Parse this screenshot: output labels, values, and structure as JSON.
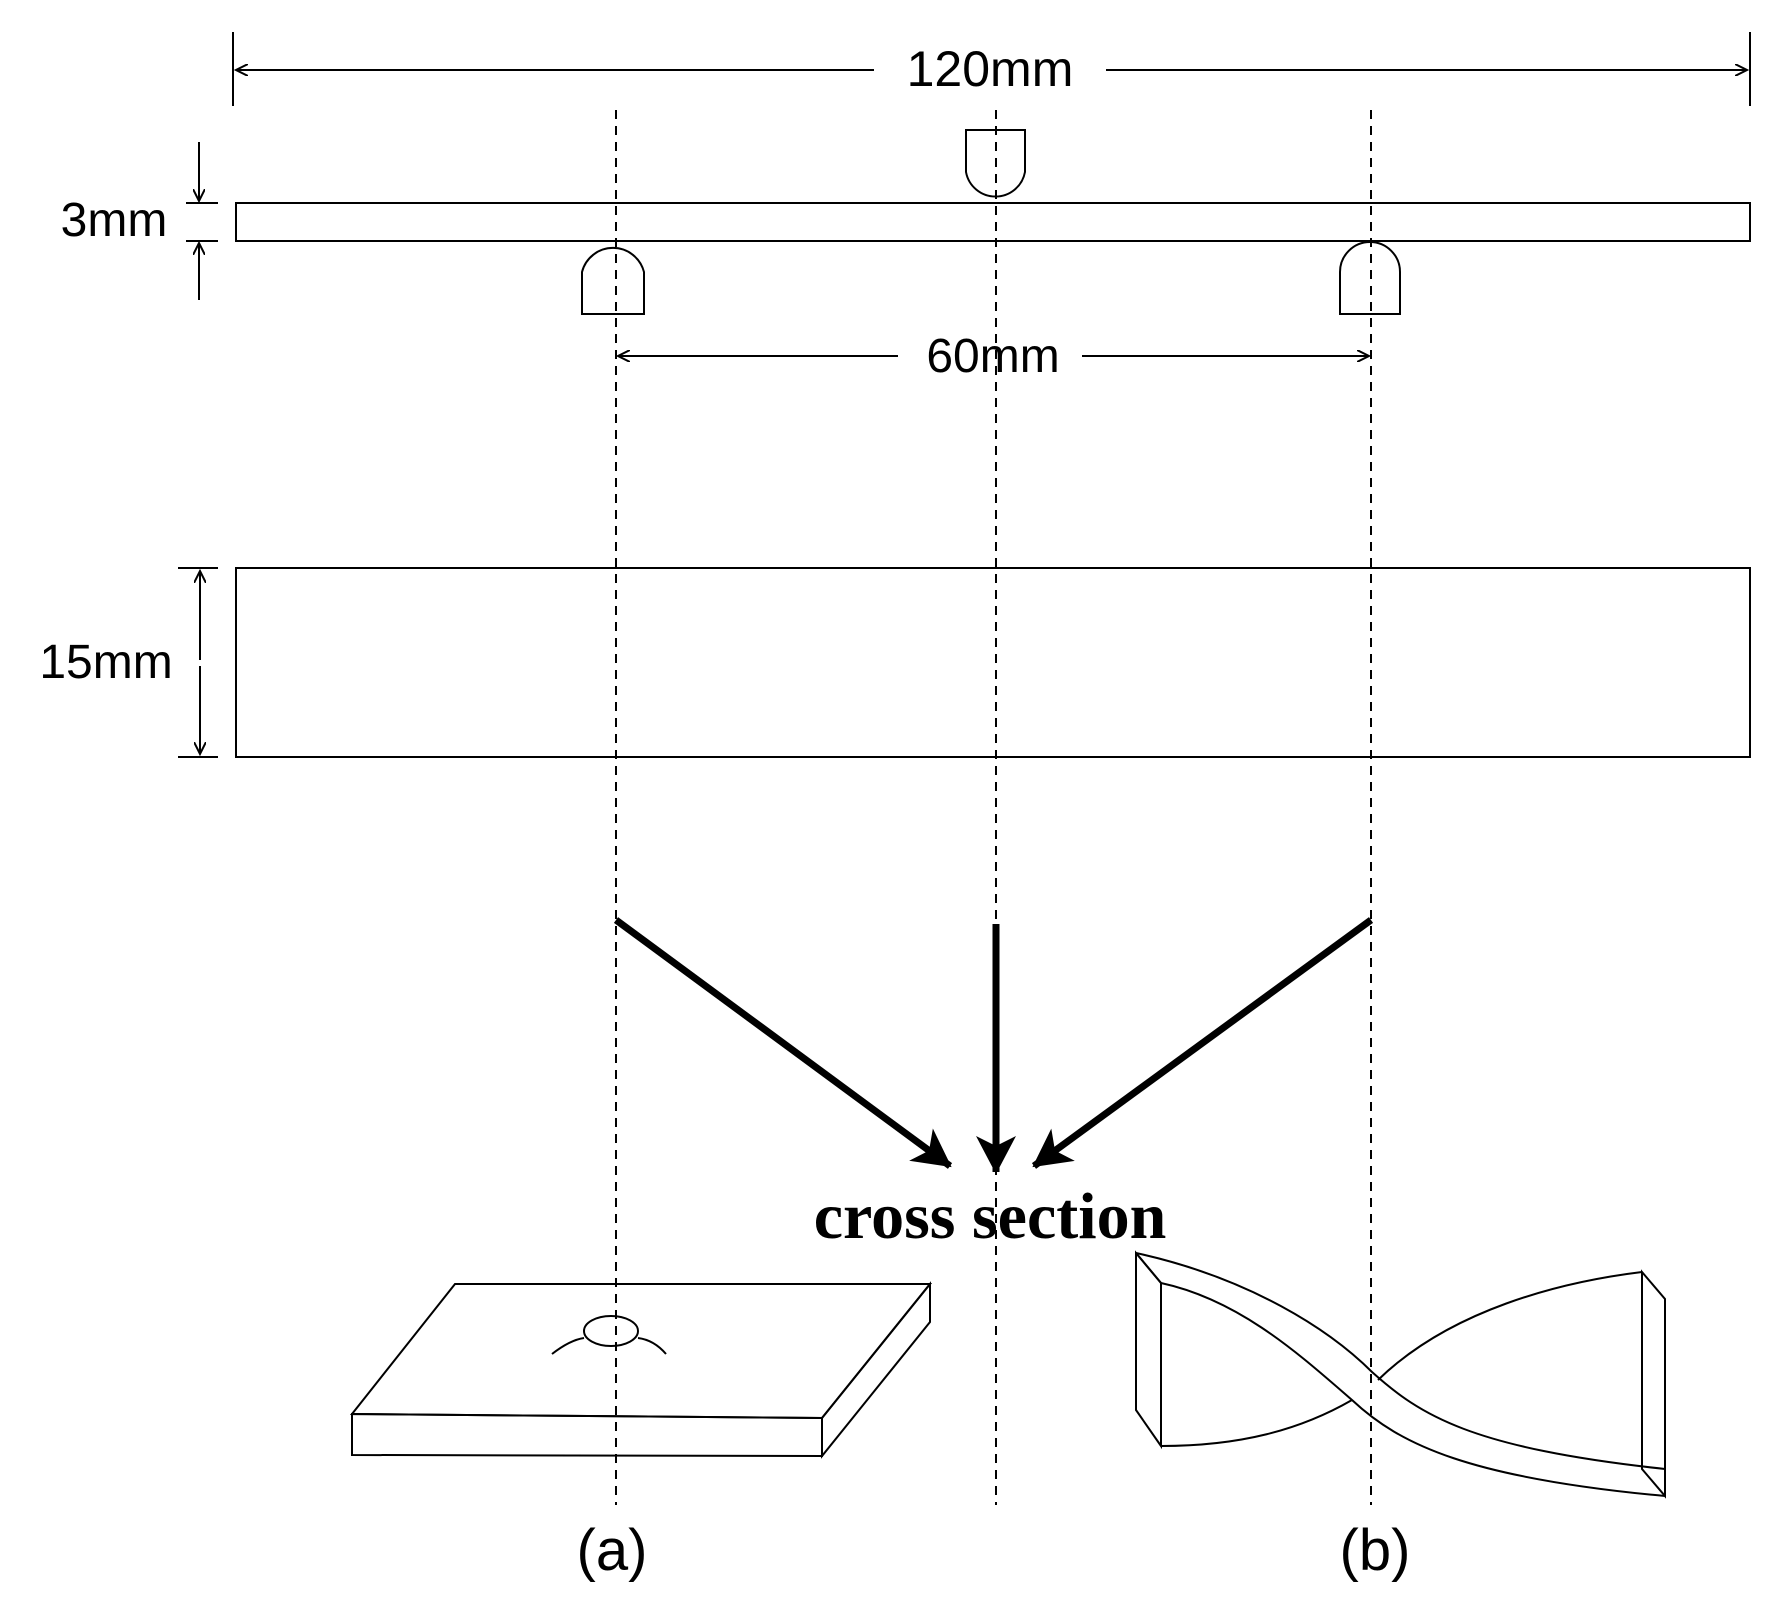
{
  "dimensions": {
    "overall_length": "120mm",
    "thickness": "3mm",
    "support_span": "60mm",
    "width": "15mm"
  },
  "caption": "cross section",
  "panels": {
    "a": "(a)",
    "b": "(b)"
  }
}
